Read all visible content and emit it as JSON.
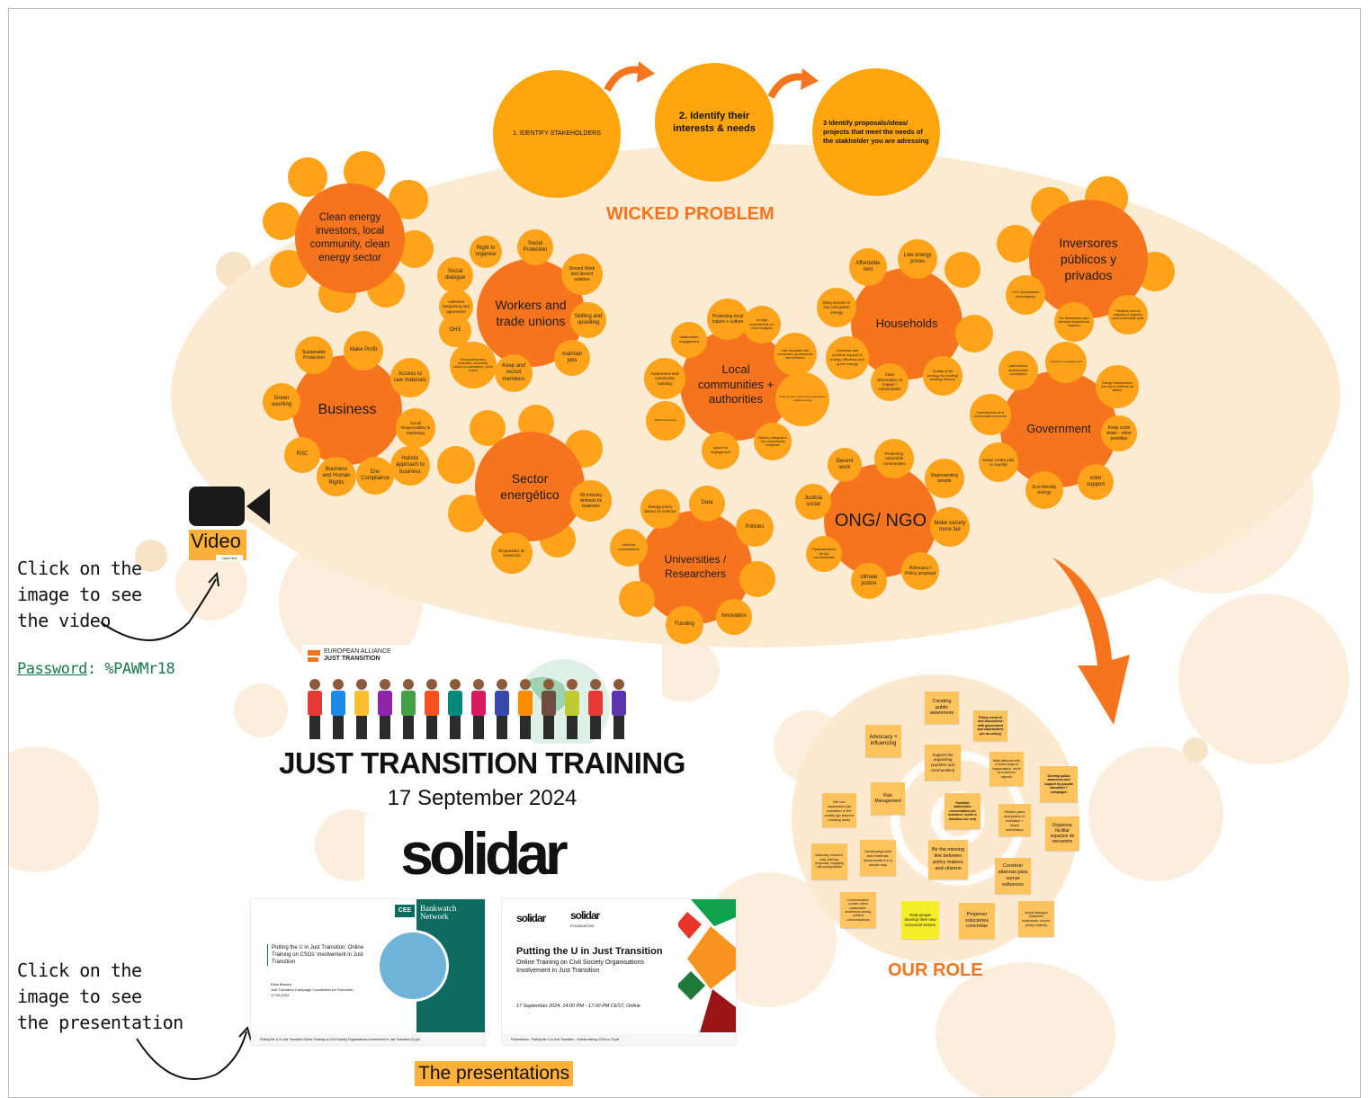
{
  "wicked_problem": "WICKED PROBLEM",
  "our_role": "OUR ROLE",
  "steps": [
    "1. IDENTIFY STAKEHOLDERS",
    "2. Identify their interests & needs",
    "3 Identify proposals/ideas/ projects that meet the needs of the stakholder you are adressing"
  ],
  "stakeholders": {
    "clean_energy": {
      "title": "Clean energy investors, local community, clean energy sector"
    },
    "workers": {
      "title": "Workers and trade unions",
      "items": [
        "Right to organise",
        "Social Protection",
        "Decent Work and decent salaries",
        "Skilling and upskilling",
        "maintain jobs",
        "Keep and recruit members",
        "Strong democracy, protection, ownership, social (co-operatives), union voices",
        "OHS",
        "collective bargaining and agreement",
        "Social dialogue"
      ]
    },
    "business": {
      "title": "Business",
      "items": [
        "Make Profit",
        "Access to raw materials",
        "Social Responsibility & Marketing",
        "Holistic approach to business",
        "Env Compliance",
        "Business and Human Rights",
        "RSC",
        "Green washing",
        "Sustainable Production"
      ]
    },
    "sector": {
      "title": "Sector energético",
      "items": [
        "Oil industry defends its business",
        "Bloqueador de transición"
      ]
    },
    "local": {
      "title": "Local communities + authorities",
      "items": [
        "Protecting local nature + culture",
        "no high investments on their budgets",
        "Gain reputation with consumers, governments and investors",
        "Trust are also needed the resources to mobilise energy",
        "Diseño y Integración con comunidades indígenas",
        "space for engagement",
        "Awareness and community building",
        "stakeholder engagement",
        "Balanced interests"
      ]
    },
    "households": {
      "title": "Households",
      "items": [
        "Affordable rent",
        "Low energy prices",
        "Easy access to low cost green energy",
        "Domestic and practical support in energy efficiency and green energy",
        "Clear information on impact / consumption",
        "Quality of life (energy for cooling/ heating/ leisure)"
      ]
    },
    "universities": {
      "title": "Universities / Researchers",
      "items": [
        "Energy policy based on science",
        "Data",
        "Policies",
        "Innovation",
        "Funding",
        "Generar conocimiento"
      ]
    },
    "ong": {
      "title": "ONG/ NGO",
      "items": [
        "Decent work",
        "Protecting vulnerable communities",
        "Representing people",
        "Make society more fair",
        "Advocacy / Policy proposal",
        "climate justice",
        "Financiamiento de las comunidades",
        "Justicia social"
      ]
    },
    "inversores": {
      "title": "Inversores públicos y privados",
      "items": [
        "I+D+i (innovación tecnológica)",
        "Ser financiación para fomentar desarrollo en negocios",
        "Planificar nuevos negocios y negocios para la transición justa"
      ]
    },
    "government": {
      "title": "Government",
      "items": [
        "Keep costs down - other priorities",
        "voter support",
        "Eco-friendly energy",
        "Keep/ create jobs in country",
        "Sostenimiento de la democracia/ economía",
        "patrimonios ambientales protegidos",
        "Transición energética justa",
        "Energy independence (not rely on external oil/ states)"
      ]
    }
  },
  "video": {
    "label": "Video",
    "sub": "Open link"
  },
  "hand_notes": {
    "video_line1": "Click on the",
    "video_line2": "image to see",
    "video_line3": "the video",
    "password_label": "Password",
    "password_value": ": %PAWMr18",
    "pres_line1": "Click on the",
    "pres_line2": "image to see",
    "pres_line3": "the presentation"
  },
  "banner": {
    "alliance_line1": "EUROPEAN ALLIANCE",
    "alliance_line2": "JUST TRANSITION"
  },
  "training_title": "JUST TRANSITION TRAINING",
  "training_date": "17 September 2024",
  "solidar_logo": "solidar",
  "presentations": {
    "label": "The presentations",
    "left": {
      "title": "Putting the U in Just Transition: Online Training on CSOs' Involvement in Just Transition",
      "author": "Elisa Barnea",
      "author_role": "Just Transition Campaign Coordinator for Romania | 17.09.2024",
      "brand": "Bankwatch Network",
      "brand_tag": "CEE",
      "file": "Putting the U in Just Transition Online Training on Civil Society Organisations Involvement in Just Transition (2).pdf"
    },
    "right": {
      "logo1": "solidar",
      "logo2": "solidar",
      "logo2_sub": "FOUNDATION",
      "title": "Putting the U in Just Transition",
      "subtitle": "Online Training on Civil Society Organisations Involvement in Just Transition",
      "date": "17 September 2024, 14:00 PM - 17:00 PM CEST, Online",
      "file": "Presentation - Putting the U in Just Transition - Online training CSOs in JT.pdf"
    }
  },
  "role_notes": [
    "Creating public awareness",
    "Policy research and discussions with government and stakeholders (on tax policy)",
    "Advocacy + influencing",
    "Support the organizing (workers and communities)",
    "Build alliances with a broad range of organizations, arrive at a common agenda",
    "Develop public awareness and support by popular education + campaigns",
    "Risk Management",
    "Facilitate stakeholder conversations (to members' needs in transition are met)",
    "Monitor pace and justice in transition + share information",
    "We can implement just transition in the reality (go beyond creating laws)",
    "Organizar, facilitar espacios de encuentro",
    "Advocacy, research, data, training, proposals, engaging with policymakers",
    "Developing tools and materials, disseminate it in a simple way",
    "Be the missing link between policy makers and citizens",
    "Construir alianzas para sumar esfuerzos",
    "Communication: counter online polarization, awareness raising, political communications",
    "Help people develop their new ecosocial visions",
    "Proponer soluciones concretas",
    "social dialogue (between institutions, unions, policy makers)"
  ],
  "colors": {
    "accent": "#f7741e",
    "petal": "#ffa31a",
    "bg": "#fcebd3",
    "link": "#1b7a4b"
  }
}
